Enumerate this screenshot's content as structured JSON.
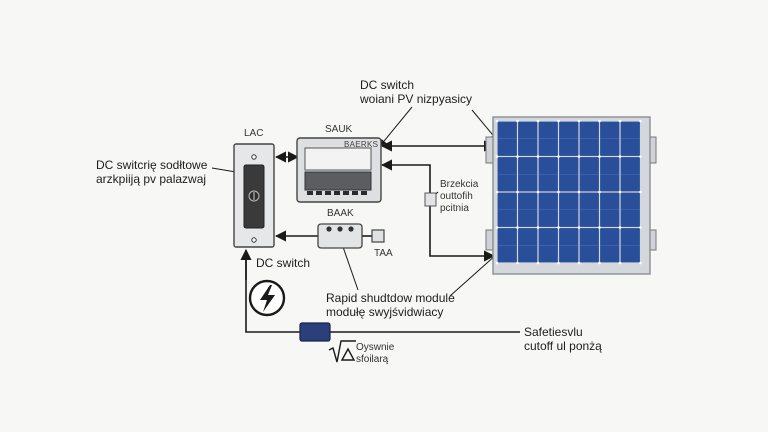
{
  "labels": {
    "dc_switch_top_1": "DC switch",
    "dc_switch_top_2": "woiani PV nizpyasicy",
    "lac": "LAC",
    "dc_switch_left_1": "DC switcrię sodłtowe",
    "dc_switch_left_2": "arzkpiiją pv palazwaj",
    "dc_switch_bottom": "DC switch",
    "sauk": "SAUK",
    "meter_sub": "BAERKS",
    "baak": "BAAK",
    "taa": "TAA",
    "brzekcia_1": "Brzekcia",
    "brzekcia_2": "outtofih",
    "brzekcia_3": "pcitnia",
    "rapid_1": "Rapid shudtdow module",
    "rapid_2": "modułę swyjśvidwiacy",
    "safety_1": "Safetiesvlu",
    "safety_2": "cutoff ul ponżą",
    "oswnie_1": "Oyswnie",
    "oswnie_2": "sfoilarą"
  },
  "colors": {
    "line": "#1a1a1a",
    "panel_cell": "#2a4f9a",
    "panel_frame": "#d4d7db",
    "box_fill": "#e3e4e6",
    "module_fill": "#2b3f7a"
  },
  "icons": {
    "hazard": "lightning-bolt-icon",
    "sqrt_delta": "sqrt-delta-icon"
  }
}
